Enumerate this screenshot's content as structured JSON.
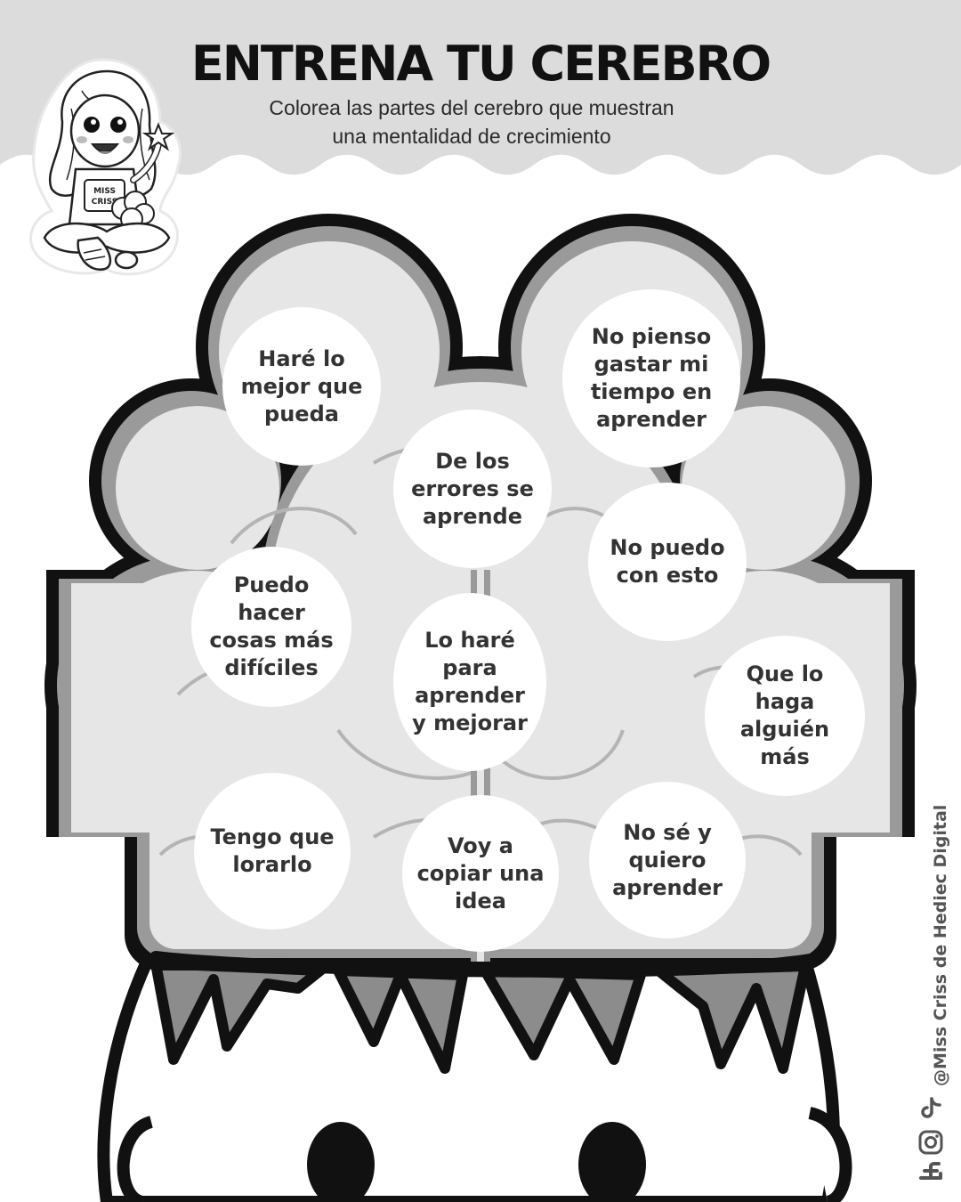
{
  "header": {
    "title": "ENTRENA TU CEREBRO",
    "subtitle_line1": "Colorea las partes del cerebro que muestran",
    "subtitle_line2": "una mentalidad de crecimiento"
  },
  "mascot": {
    "shirt_text_line1": "MISS",
    "shirt_text_line2": "CRISS"
  },
  "bubbles": [
    {
      "text": "Haré lo mejor que pueda"
    },
    {
      "text": "No pienso gastar mi tiempo en aprender"
    },
    {
      "text": "De los errores se aprende"
    },
    {
      "text": "No puedo con esto"
    },
    {
      "text": "Puedo hacer cosas más difíciles"
    },
    {
      "text": "Lo haré para aprender y mejorar"
    },
    {
      "text": "Que lo haga alguién más"
    },
    {
      "text": "Tengo que lorarlo"
    },
    {
      "text": "Voy a copiar una idea"
    },
    {
      "text": "No sé y quiero aprender"
    }
  ],
  "footer": {
    "credit": "@Miss Criss de Hediec Digital",
    "social_icons": [
      "facebook-icon",
      "instagram-icon",
      "tiktok-icon"
    ]
  },
  "colors": {
    "header_band": "#dcdcdc",
    "brain_fill": "#e6e6e6",
    "brain_shade": "#9a9a9a",
    "outline": "#111111",
    "hair": "#888888"
  }
}
